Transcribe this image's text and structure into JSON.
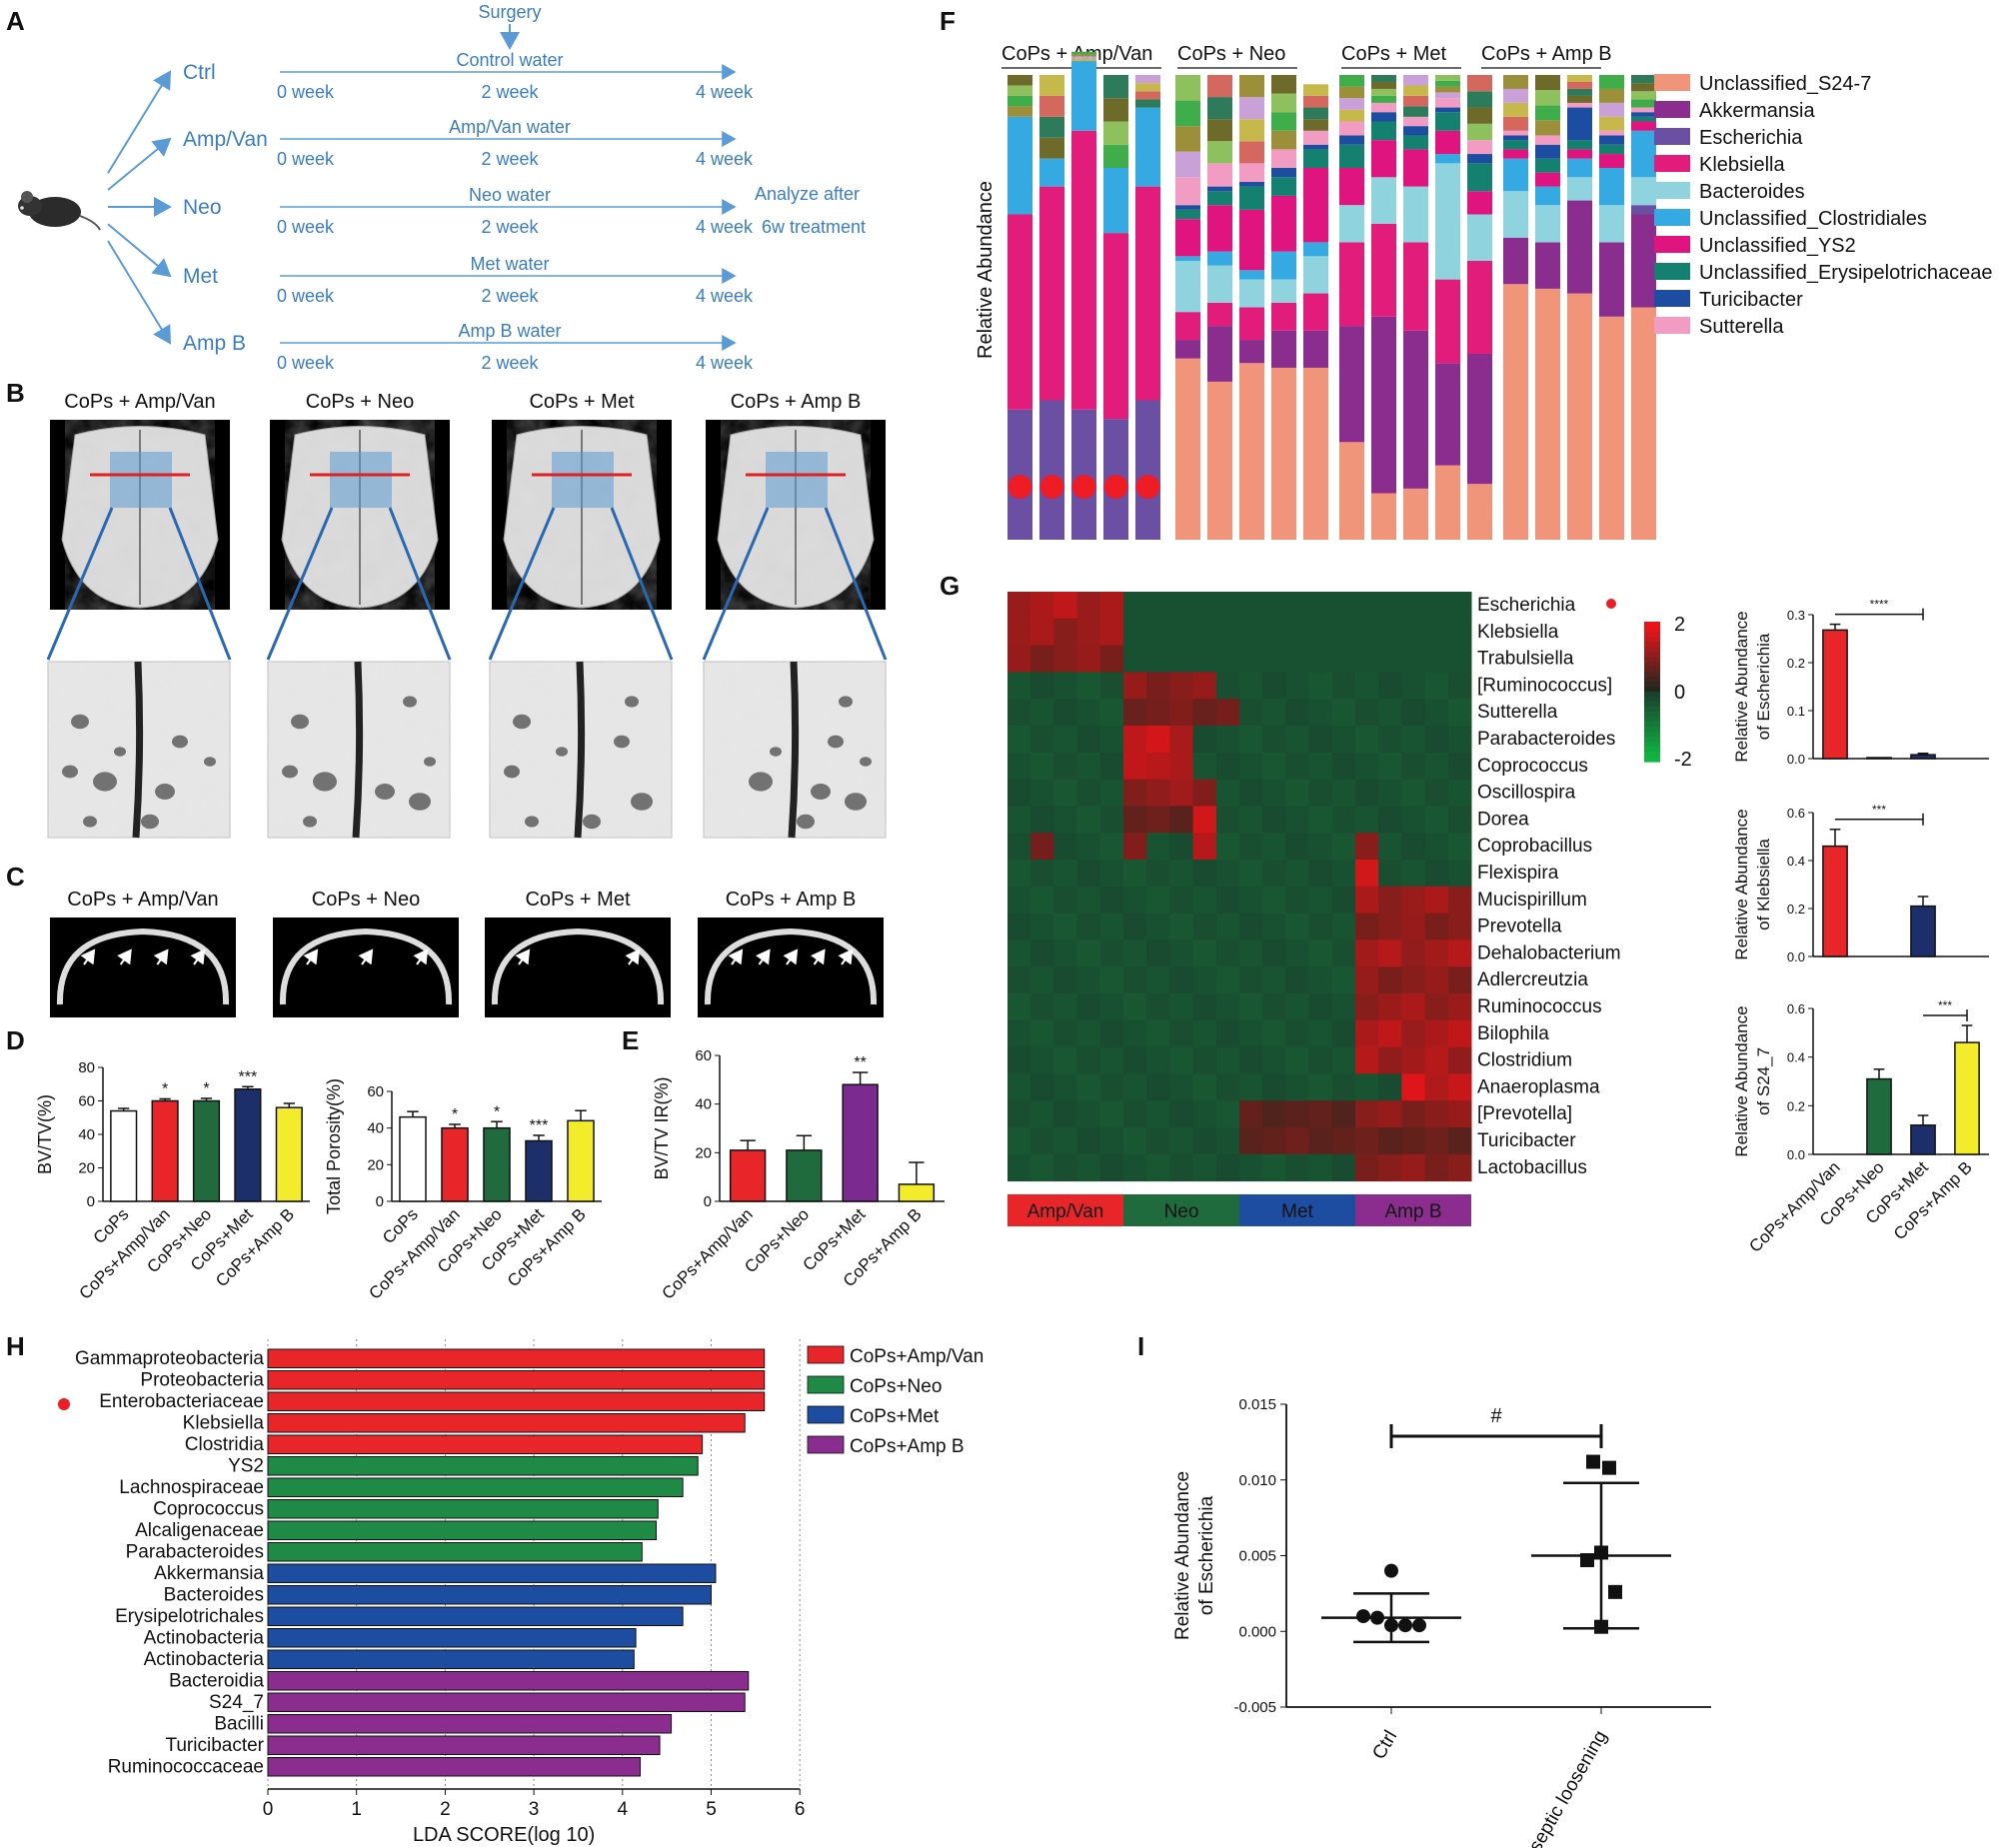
{
  "panels": {
    "A": "A",
    "B": "B",
    "C": "C",
    "D": "D",
    "E": "E",
    "F": "F",
    "G": "G",
    "H": "H",
    "I": "I"
  },
  "schematic": {
    "surgery_label": "Surgery",
    "analyze_label_1": "Analyze after",
    "analyze_label_2": "6w treatment",
    "groups": [
      {
        "name": "Ctrl",
        "water": "Control water",
        "w0": "0 week",
        "w2": "2 week",
        "w4": "4 week"
      },
      {
        "name": "Amp/Van",
        "water": "Amp/Van water",
        "w0": "0 week",
        "w2": "2 week",
        "w4": "4 week"
      },
      {
        "name": "Neo",
        "water": "Neo water",
        "w0": "0 week",
        "w2": "2 week",
        "w4": "4 week"
      },
      {
        "name": "Met",
        "water": "Met water",
        "w0": "0 week",
        "w2": "2 week",
        "w4": "4 week"
      },
      {
        "name": "Amp B",
        "water": "Amp B water",
        "w0": "0 week",
        "w2": "2 week",
        "w4": "4 week"
      }
    ],
    "colors": {
      "text": "#3b7dbf",
      "arrow": "#5b9bd5"
    }
  },
  "microct_titles": [
    "CoPs + Amp/Van",
    "CoPs + Neo",
    "CoPs + Met",
    "CoPs + Amp B"
  ],
  "section_titles": [
    "CoPs + Amp/Van",
    "CoPs + Neo",
    "CoPs + Met",
    "CoPs + Amp B"
  ],
  "chart_data": [
    {
      "id": "D1",
      "type": "bar",
      "ylabel": "BV/TV(%)",
      "ylim": [
        0,
        80
      ],
      "yticks": [
        0,
        20,
        40,
        60,
        80
      ],
      "categories": [
        "CoPs",
        "CoPs+Amp/Van",
        "CoPs+Neo",
        "CoPs+Met",
        "CoPs+Amp B"
      ],
      "values": [
        54,
        60,
        60,
        67,
        56
      ],
      "errors": [
        1.5,
        1.2,
        1.5,
        1.5,
        2.5
      ],
      "significance": [
        "",
        "*",
        "*",
        "***",
        ""
      ],
      "colors": [
        "#ffffff",
        "#e8262a",
        "#1f6b3d",
        "#1d2f6b",
        "#f2ec2a"
      ]
    },
    {
      "id": "D2",
      "type": "bar",
      "ylabel": "Total Porosity(%)",
      "ylim": [
        0,
        60
      ],
      "yticks": [
        0,
        20,
        40,
        60
      ],
      "categories": [
        "CoPs",
        "CoPs+Amp/Van",
        "CoPs+Neo",
        "CoPs+Met",
        "CoPs+Amp B"
      ],
      "values": [
        46,
        40,
        40,
        33,
        44
      ],
      "errors": [
        3,
        2,
        3.5,
        3,
        5.5
      ],
      "significance": [
        "",
        "*",
        "*",
        "***",
        ""
      ],
      "colors": [
        "#ffffff",
        "#e8262a",
        "#1f6b3d",
        "#1d2f6b",
        "#f2ec2a"
      ]
    },
    {
      "id": "E",
      "type": "bar",
      "ylabel": "BV/TV IR(%)",
      "ylim": [
        0,
        60
      ],
      "yticks": [
        0,
        20,
        40,
        60
      ],
      "categories": [
        "CoPs+Amp/Van",
        "CoPs+Neo",
        "CoPs+Met",
        "CoPs+Amp B"
      ],
      "values": [
        21,
        21,
        48,
        7
      ],
      "errors": [
        4,
        6,
        5,
        9
      ],
      "significance": [
        "",
        "",
        "**",
        ""
      ],
      "colors": [
        "#e8262a",
        "#1f6b3d",
        "#7b2a8f",
        "#f2ec2a"
      ]
    },
    {
      "id": "F",
      "type": "bar",
      "stacked": true,
      "ylabel": "Relative Abundance",
      "group_labels": [
        "CoPs + Amp/Van",
        "CoPs + Neo",
        "CoPs + Met",
        "CoPs + Amp B"
      ],
      "legend": [
        "Unclassified_S24-7",
        "Akkermansia",
        "Escherichia",
        "Klebsiella",
        "Bacteroides",
        "Unclassified_Clostridiales",
        "Unclassified_YS2",
        "Unclassified_Erysipelotrichaceae",
        "Turicibacter",
        "Sutterella"
      ],
      "legend_colors": [
        "#f0957a",
        "#8b2d8e",
        "#6a4fa3",
        "#e21c7b",
        "#8fd3df",
        "#35a9e1",
        "#e0147f",
        "#138070",
        "#1d4da0",
        "#f29cc4"
      ],
      "legend_placement": "right",
      "series": [
        {
          "name": "Unclassified_S24-7",
          "values": [
            0,
            0,
            0,
            0,
            0,
            0.39,
            0.34,
            0.38,
            0.37,
            0.37,
            0.21,
            0.1,
            0.11,
            0.16,
            0.12,
            0.55,
            0.54,
            0.53,
            0.48,
            0.5
          ]
        },
        {
          "name": "Akkermansia",
          "values": [
            0,
            0,
            0,
            0,
            0,
            0.04,
            0.12,
            0.05,
            0.08,
            0.08,
            0.25,
            0.38,
            0.34,
            0.22,
            0.28,
            0.1,
            0.1,
            0.2,
            0.16,
            0.2
          ]
        },
        {
          "name": "Escherichia",
          "values": [
            0.28,
            0.3,
            0.28,
            0.26,
            0.3,
            0,
            0,
            0,
            0,
            0,
            0,
            0,
            0,
            0,
            0,
            0,
            0,
            0,
            0,
            0.02
          ]
        },
        {
          "name": "Klebsiella",
          "values": [
            0.42,
            0.46,
            0.6,
            0.4,
            0.46,
            0.06,
            0.05,
            0.07,
            0.06,
            0.08,
            0.18,
            0.2,
            0.19,
            0.18,
            0.2,
            0,
            0,
            0,
            0,
            0
          ]
        },
        {
          "name": "Bacteroides",
          "values": [
            0,
            0,
            0,
            0,
            0,
            0.11,
            0.08,
            0.06,
            0.05,
            0.08,
            0.08,
            0.1,
            0.12,
            0.25,
            0.1,
            0.1,
            0.08,
            0.05,
            0.08,
            0.06
          ]
        },
        {
          "name": "Unclassified_Clostridiales",
          "values": [
            0.21,
            0.06,
            0.15,
            0.14,
            0.17,
            0.01,
            0.03,
            0.02,
            0.06,
            0.03,
            0.0,
            0.0,
            0.0,
            0.02,
            0.0,
            0.07,
            0.04,
            0.04,
            0.08,
            0.1
          ]
        },
        {
          "name": "Unclassified_YS2",
          "values": [
            0,
            0,
            0,
            0,
            0,
            0.08,
            0.1,
            0.13,
            0.12,
            0.16,
            0.08,
            0.08,
            0.08,
            0.05,
            0.05,
            0.02,
            0.03,
            0.02,
            0.03,
            0.02
          ]
        },
        {
          "name": "Unclassified_Erysipelotrichaceae",
          "values": [
            0,
            0,
            0,
            0,
            0,
            0.02,
            0.03,
            0.05,
            0.04,
            0.04,
            0.05,
            0.04,
            0.03,
            0.04,
            0.06,
            0.02,
            0.03,
            0.02,
            0.02,
            0.01
          ]
        },
        {
          "name": "Turicibacter",
          "values": [
            0,
            0,
            0,
            0,
            0,
            0.01,
            0.01,
            0.01,
            0.02,
            0.01,
            0.02,
            0.02,
            0.02,
            0.01,
            0.02,
            0.01,
            0.03,
            0.07,
            0.02,
            0.01
          ]
        },
        {
          "name": "Sutterella",
          "values": [
            0,
            0,
            0,
            0,
            0,
            0.06,
            0.05,
            0.04,
            0.04,
            0.03,
            0.03,
            0.02,
            0.02,
            0.02,
            0.03,
            0.01,
            0.02,
            0.01,
            0.01,
            0.01
          ]
        },
        {
          "name": "",
          "values": [
            0.09,
            0.18,
            0.02,
            0.2,
            0.07,
            0.22,
            0.19,
            0.19,
            0.16,
            0.1,
            0.1,
            0.06,
            0.09,
            0.05,
            0.14,
            0.12,
            0.13,
            0.06,
            0.12,
            0.07
          ]
        }
      ],
      "other_color": "#7f7f3f",
      "other_palette": [
        "#9c8f3a",
        "#6e6a2a",
        "#c6b84a",
        "#3fae4a",
        "#2e7b5b",
        "#c9a0d8",
        "#8fc05e",
        "#d4685f"
      ],
      "marker_note": "red dot markers on first five bars"
    },
    {
      "id": "G",
      "type": "heatmap",
      "rows": [
        "Escherichia",
        "Klebsiella",
        "Trabulsiella",
        "[Ruminococcus]",
        "Sutterella",
        "Parabacteroides",
        "Coprococcus",
        "Oscillospira",
        "Dorea",
        "Coprobacillus",
        "Flexispira",
        "Mucispirillum",
        "Prevotella",
        "Dehalobacterium",
        "Adlercreutzia",
        "Ruminococcus",
        "Bilophila",
        "Clostridium",
        "Anaeroplasma",
        "[Prevotella]",
        "Turicibacter",
        "Lactobacillus"
      ],
      "groups": [
        "Amp/Van",
        "Neo",
        "Met",
        "Amp B"
      ],
      "group_colors": [
        "#e8262a",
        "#1f6b3d",
        "#1d4da0",
        "#8b2d8e"
      ],
      "scale_ticks": [
        "2",
        "0",
        "-2"
      ],
      "scale": [
        -2,
        2
      ],
      "highlight_row": "Escherichia"
    },
    {
      "id": "G1",
      "type": "bar",
      "ylabel": "Relative Abundance\nof Escherichia",
      "ylim": [
        0,
        0.3
      ],
      "yticks": [
        "0.0",
        "0.1",
        "0.2",
        "0.3"
      ],
      "categories": [
        "CoPs+Amp/Van",
        "CoPs+Neo",
        "CoPs+Met",
        "CoPs+Amp B"
      ],
      "values": [
        0.268,
        0.002,
        0.008,
        0.0
      ],
      "errors": [
        0.012,
        0.0,
        0.003,
        0.0
      ],
      "colors": [
        "#e8262a",
        "#1f6b3d",
        "#1d2f6b",
        "#f2ec2a"
      ],
      "sig": "****",
      "sig_between": [
        0,
        2
      ]
    },
    {
      "id": "G2",
      "type": "bar",
      "ylabel": "Relative Abundance\nof Klebsiella",
      "ylim": [
        0,
        0.6
      ],
      "yticks": [
        "0.0",
        "0.2",
        "0.4",
        "0.6"
      ],
      "categories": [
        "CoPs+Amp/Van",
        "CoPs+Neo",
        "CoPs+Met",
        "CoPs+Amp B"
      ],
      "values": [
        0.46,
        0.0,
        0.21,
        0.0
      ],
      "errors": [
        0.07,
        0.0,
        0.04,
        0.0
      ],
      "colors": [
        "#e8262a",
        "#1f6b3d",
        "#1d2f6b",
        "#f2ec2a"
      ],
      "sig": "***",
      "sig_between": [
        0,
        2
      ]
    },
    {
      "id": "G3",
      "type": "bar",
      "ylabel": "Relative Abundance\nof S24_7",
      "ylim": [
        0,
        0.6
      ],
      "yticks": [
        "0.0",
        "0.2",
        "0.4",
        "0.6"
      ],
      "categories": [
        "CoPs+Amp/Van",
        "CoPs+Neo",
        "CoPs+Met",
        "CoPs+Amp B"
      ],
      "values": [
        0.0,
        0.31,
        0.12,
        0.46
      ],
      "errors": [
        0.0,
        0.04,
        0.04,
        0.07
      ],
      "colors": [
        "#e8262a",
        "#1f6b3d",
        "#1d2f6b",
        "#f2ec2a"
      ],
      "sig": "***",
      "sig_between": [
        2,
        3
      ]
    },
    {
      "id": "H",
      "type": "bar",
      "orientation": "horizontal",
      "xlabel": "LDA SCORE(log 10)",
      "xlim": [
        0,
        6
      ],
      "xticks": [
        "0",
        "1",
        "2",
        "3",
        "4",
        "5",
        "6"
      ],
      "categories": [
        "Gammaproteobacteria",
        "Proteobacteria",
        "Enterobacteriaceae",
        "Klebsiella",
        "Clostridia",
        "YS2",
        "Lachnospiraceae",
        "Coprococcus",
        "Alcaligenaceae",
        "Parabacteroides",
        "Akkermansia",
        "Bacteroides",
        "Erysipelotrichales",
        "Actinobacteria",
        "Actinobacteria",
        "Bacteroidia",
        "S24_7",
        "Bacilli",
        "Turicibacter",
        "Ruminococcaceae"
      ],
      "values": [
        5.6,
        5.6,
        5.6,
        5.38,
        4.9,
        4.85,
        4.68,
        4.4,
        4.38,
        4.22,
        5.05,
        5.0,
        4.68,
        4.15,
        4.13,
        5.42,
        5.38,
        4.55,
        4.42,
        4.2
      ],
      "groups": [
        0,
        0,
        0,
        0,
        0,
        1,
        1,
        1,
        1,
        1,
        2,
        2,
        2,
        2,
        2,
        3,
        3,
        3,
        3,
        3
      ],
      "legend": [
        "CoPs+Amp/Van",
        "CoPs+Neo",
        "CoPs+Met",
        "CoPs+Amp B"
      ],
      "legend_colors": [
        "#e8262a",
        "#1f8a45",
        "#1d4da0",
        "#8b2d8e"
      ],
      "highlight": "Enterobacteriaceae"
    },
    {
      "id": "I",
      "type": "scatter",
      "ylabel": "Relative Abundance\nof Escherichia",
      "ylim": [
        -0.005,
        0.015
      ],
      "yticks": [
        "-0.005",
        "0.000",
        "0.005",
        "0.010",
        "0.015"
      ],
      "categories": [
        "Ctrl",
        "Aseptic loosening"
      ],
      "ctrl_points": [
        0.004,
        0.001,
        0.0009,
        0.0004,
        0.0004,
        0.0004
      ],
      "al_points": [
        0.0112,
        0.0108,
        0.0052,
        0.0047,
        0.0026,
        0.0003
      ],
      "ctrl_mean": 0.0009,
      "ctrl_sd": 0.0016,
      "al_mean": 0.005,
      "al_sd": 0.0048,
      "sig": "#"
    }
  ]
}
